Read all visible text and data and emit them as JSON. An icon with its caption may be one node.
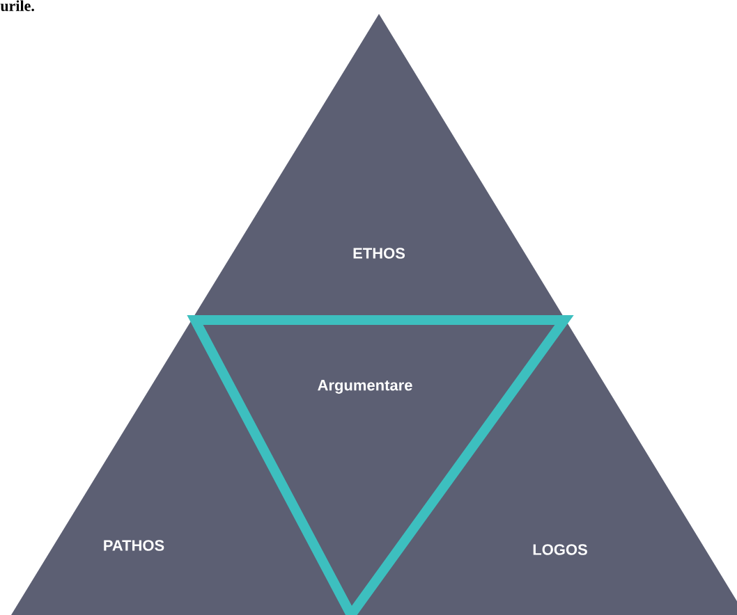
{
  "diagram": {
    "nodes": [
      {
        "text": [
          "ETHOS"
        ]
      },
      {
        "text": [
          "Argumentare"
        ]
      },
      {
        "text": [
          "PATHOS"
        ]
      },
      {
        "text": [
          "LOGOS"
        ]
      }
    ],
    "labels": [
      "urile."
    ]
  }
}
